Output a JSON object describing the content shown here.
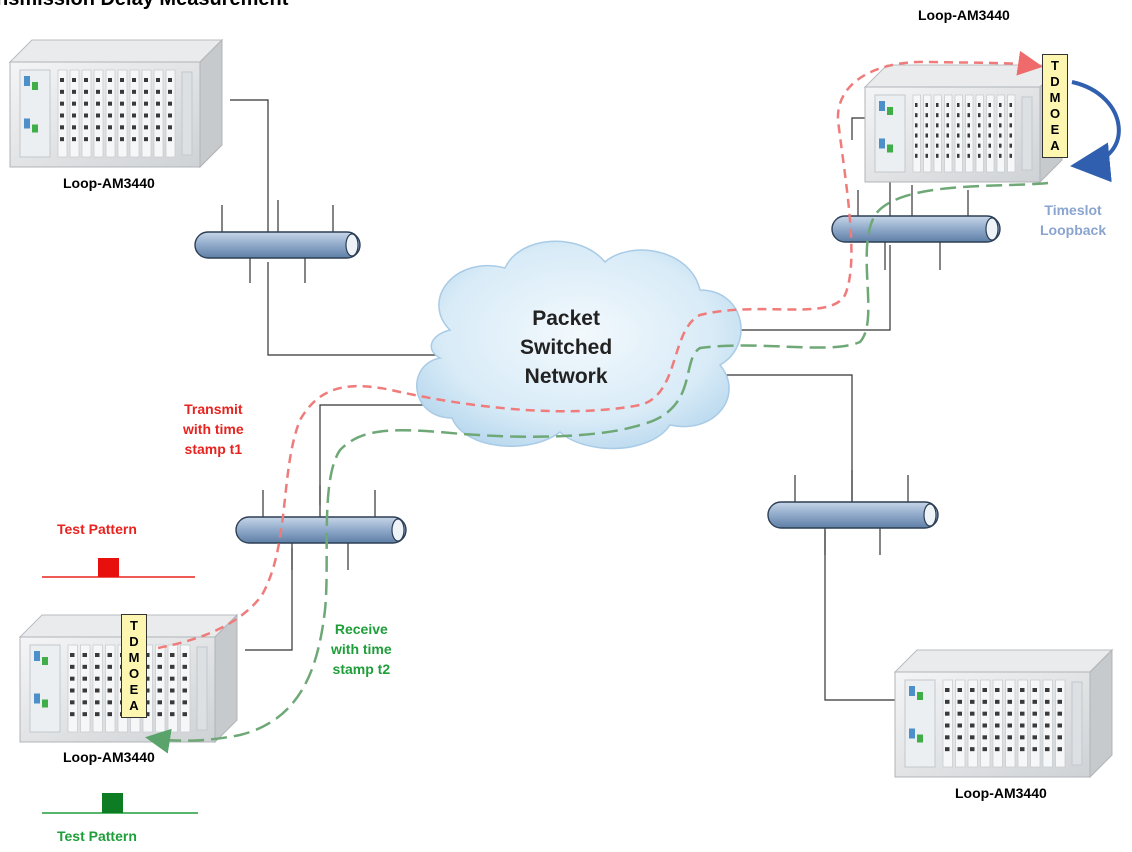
{
  "title": "Transmission Delay Measurement",
  "network": {
    "line1": "Packet",
    "line2": "Switched",
    "line3": "Network"
  },
  "devices": {
    "top_left": "Loop-AM3440",
    "top_right": "Loop-AM3440",
    "bottom_left": "Loop-AM3440",
    "bottom_right": "Loop-AM3440"
  },
  "tdmoea_letters": [
    "T",
    "D",
    "M",
    "O",
    "E",
    "A"
  ],
  "transmit": {
    "line1": "Transmit",
    "line2": "with time",
    "line3": "stamp t1"
  },
  "receive": {
    "line1": "Receive",
    "line2": "with time",
    "line3": "stamp t2"
  },
  "loopback": {
    "line1": "Timeslot",
    "line2": "Loopback"
  },
  "test_pattern_tx": "Test Pattern",
  "test_pattern_rx": "Test Pattern",
  "colors": {
    "transmit": "#e8231f",
    "receive": "#1f9e3a",
    "loopback": "#2f5fae",
    "bus": "#8fa9c9",
    "cloud": "#cfe6f6"
  }
}
